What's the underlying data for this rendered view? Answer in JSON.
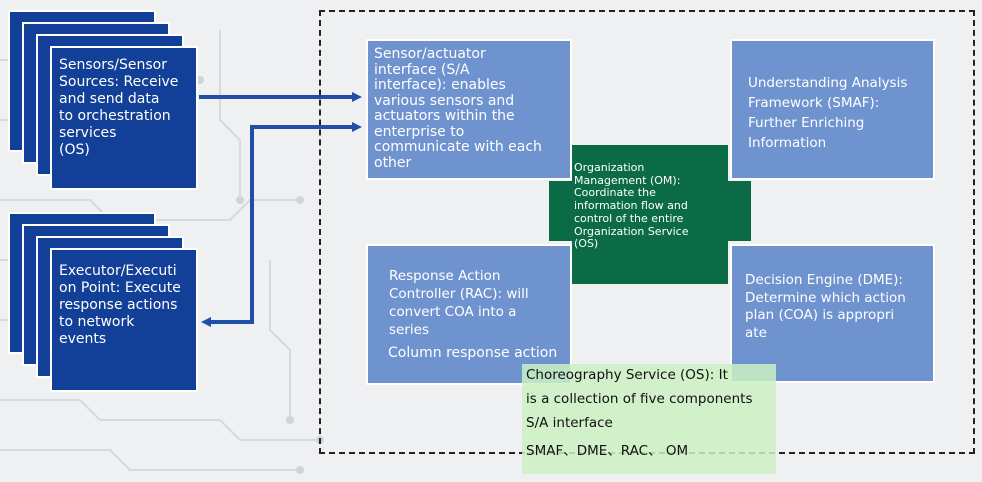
{
  "sources": {
    "text": "Sensors/Sensor\nSources: Receive\nand send data\nto orchestration\nservices\n(OS)"
  },
  "executor": {
    "text": "Executor/Executi\non Point: Execute\nresponse actions\nto network\nevents"
  },
  "sa_interface": {
    "text": "Sensor/actuator\ninterface (S/A\ninterface): enables\nvarious sensors and\nactuators within the\nenterprise to\ncommunicate with each\nother"
  },
  "smaf": {
    "text": "Understanding Analysis\nFramework (SMAF):\nFurther Enriching\nInformation"
  },
  "om": {
    "text": "Organization\nManagement (OM):\nCoordinate the\ninformation flow and\ncontrol of the entire\nOrganization Service\n(OS)"
  },
  "rac": {
    "text": "Response Action\nController (RAC): will\nconvert COA into a\nseries",
    "extra": "Column response action"
  },
  "dme": {
    "text": "Decision Engine (DME):\nDetermine which action\nplan (COA) is appropri\nate"
  },
  "os_note": {
    "lines": [
      "Choreography Service (OS): It",
      "is a collection of five components",
      "S/A interface",
      "SMAF、DME、RAC、 OM"
    ]
  },
  "colors": {
    "dark_blue": "#123f97",
    "light_blue": "#6f93cf",
    "green": "#0b6b47",
    "arrow": "#1f4fa8",
    "note_bg": "#cdf0c3"
  }
}
